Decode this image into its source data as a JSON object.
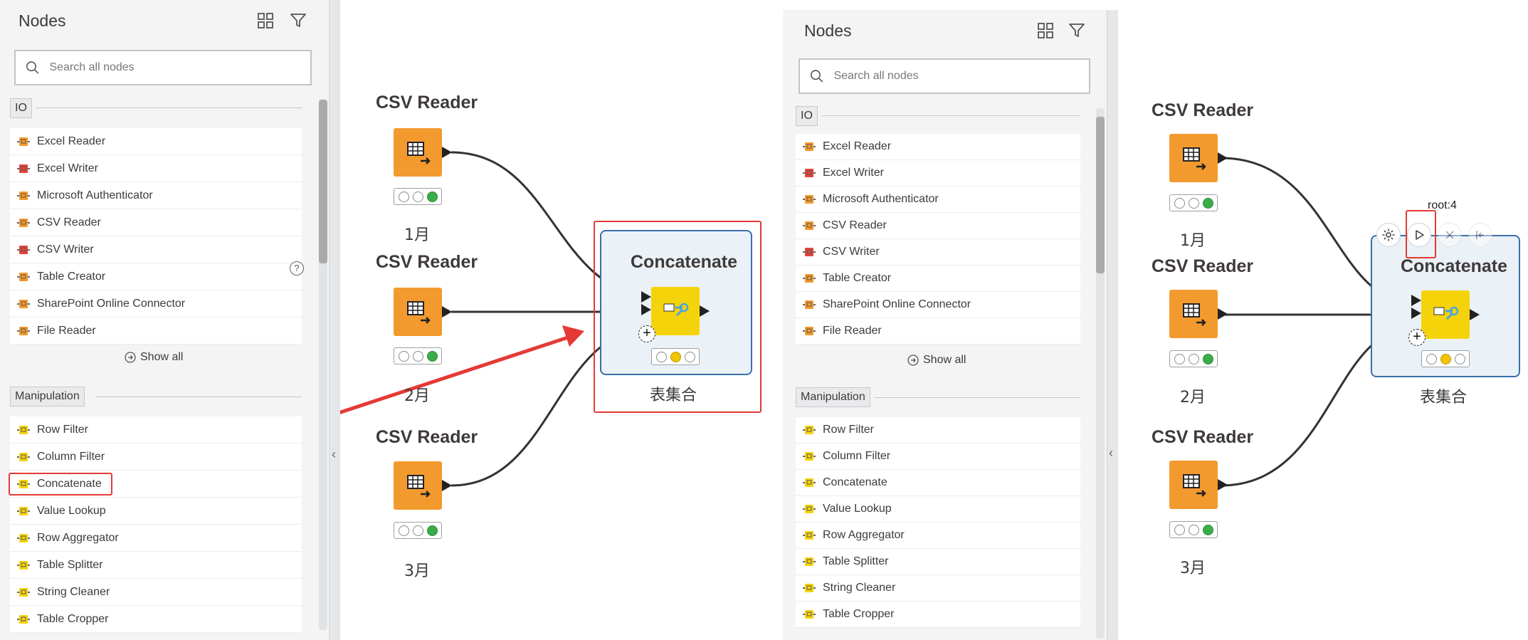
{
  "left_panel": {
    "title": "Nodes",
    "search_placeholder": "Search all nodes",
    "categories": [
      {
        "name": "IO",
        "items": [
          {
            "label": "Excel Reader",
            "color": "#f39a2e"
          },
          {
            "label": "Excel Writer",
            "color": "#e4453a"
          },
          {
            "label": "Microsoft Authenticator",
            "color": "#f39a2e"
          },
          {
            "label": "CSV Reader",
            "color": "#f39a2e"
          },
          {
            "label": "CSV Writer",
            "color": "#e4453a"
          },
          {
            "label": "Table Creator",
            "color": "#f39a2e"
          },
          {
            "label": "SharePoint Online Connector",
            "color": "#f39a2e"
          },
          {
            "label": "File Reader",
            "color": "#f39a2e"
          }
        ]
      },
      {
        "name": "Manipulation",
        "items": [
          {
            "label": "Row Filter",
            "color": "#f5d30a"
          },
          {
            "label": "Column Filter",
            "color": "#f5d30a"
          },
          {
            "label": "Concatenate",
            "color": "#f5d30a"
          },
          {
            "label": "Value Lookup",
            "color": "#f5d30a"
          },
          {
            "label": "Row Aggregator",
            "color": "#f5d30a"
          },
          {
            "label": "Table Splitter",
            "color": "#f5d30a"
          },
          {
            "label": "String Cleaner",
            "color": "#f5d30a"
          },
          {
            "label": "Table Cropper",
            "color": "#f5d30a"
          }
        ]
      }
    ],
    "show_all": "Show all",
    "help_icon": "?"
  },
  "canvas": {
    "readers": [
      {
        "title": "CSV Reader",
        "label": "1月"
      },
      {
        "title": "CSV Reader",
        "label": "2月"
      },
      {
        "title": "CSV Reader",
        "label": "3月"
      }
    ],
    "concat": {
      "title": "Concatenate",
      "label": "表集合"
    },
    "toolbar_root": "root:4"
  },
  "colors": {
    "reader_node": "#f39a2e",
    "manip_node": "#f5d30a",
    "highlight": "#e53935",
    "selection": "#3a6faa"
  }
}
